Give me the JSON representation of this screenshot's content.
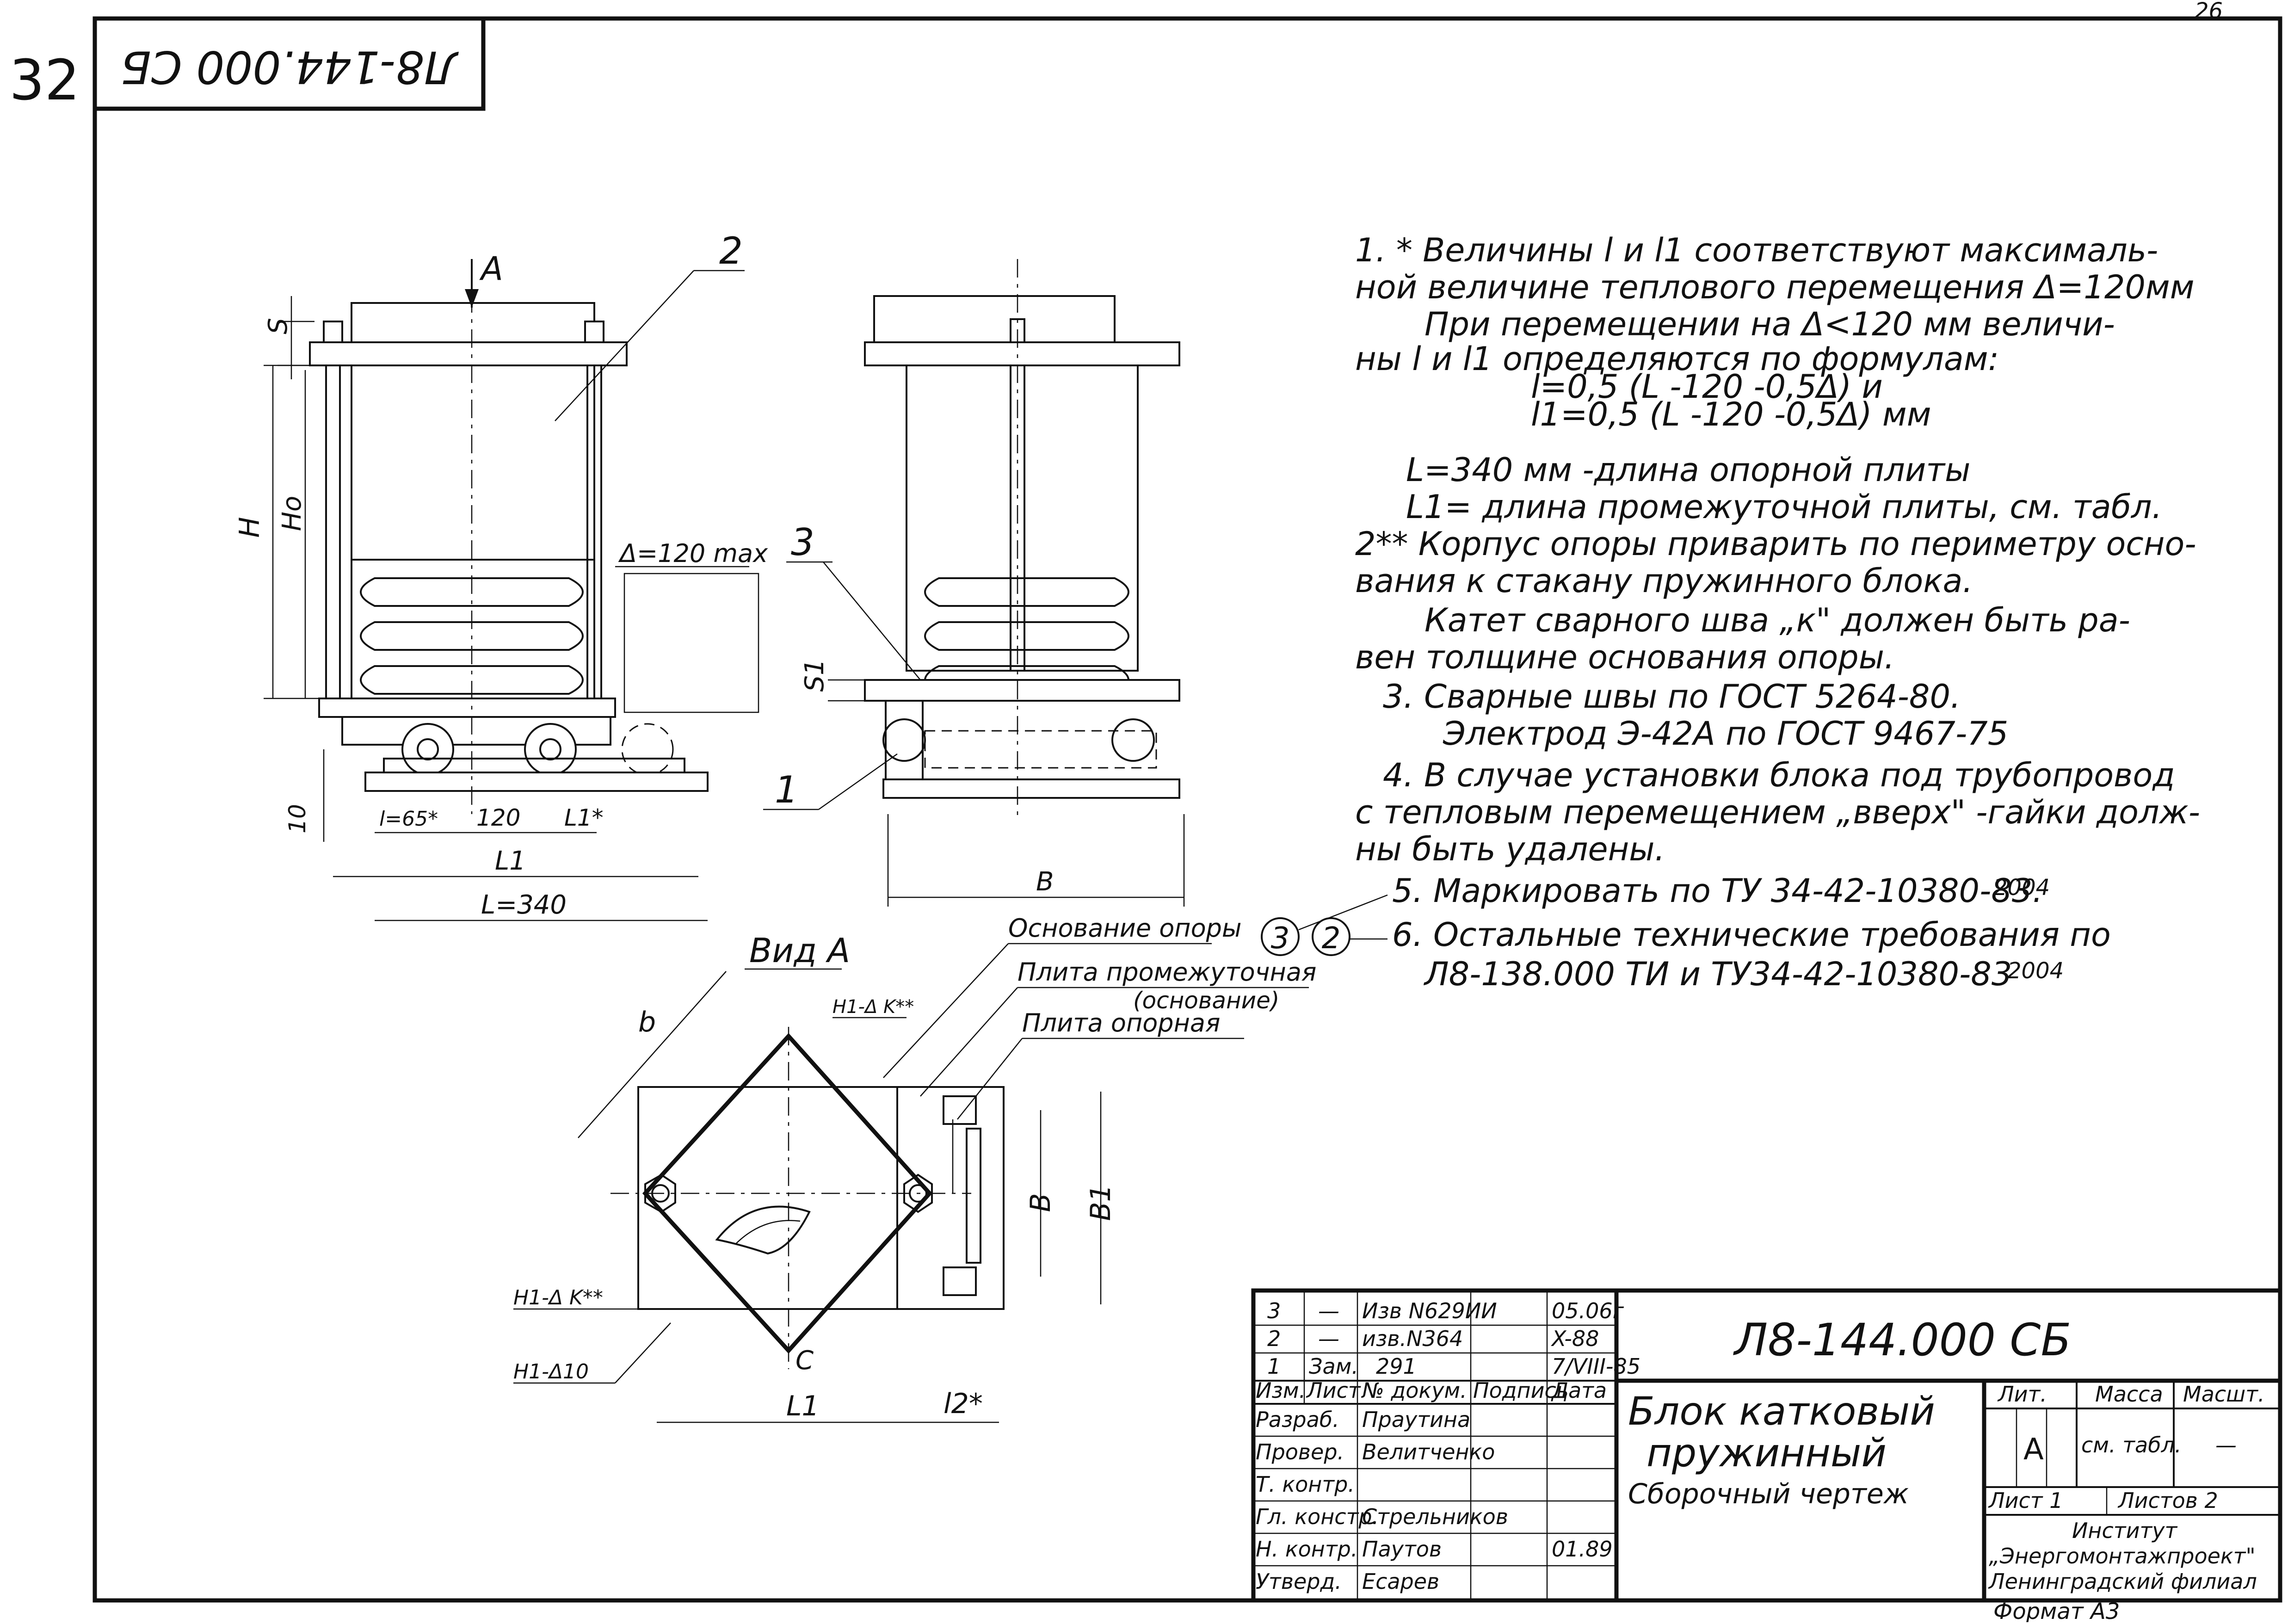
{
  "page_corner_number": "32",
  "sheet_number": "26",
  "stamp_code": "Л8-144.000 СБ",
  "drawing_labels": {
    "view_a_arrow": "А",
    "view_a_title": "Вид А",
    "s": "S",
    "s1": "S1",
    "h": "H",
    "ho": "Ho",
    "delta_max": "Δ=120 max",
    "dim_10": "10",
    "l_star": "l=65*",
    "d120": "120",
    "l1_star": "L1*",
    "l1": "L1",
    "l340": "L=340",
    "b_side": "B",
    "view_b": "B",
    "view_b1": "B1",
    "view_c": "C",
    "view_l1": "L1",
    "view_l2": "l2*",
    "view_diag_b": "b",
    "weld_top": "H1-Δ K**",
    "weld_mid": "H1-Δ K**",
    "weld_bot": "H1-Δ10"
  },
  "callouts": {
    "c1": "1",
    "c2": "2",
    "c3": "3",
    "osnovanie": "Основание опоры",
    "plita_prom": "Плита промежуточная",
    "plita_prom_sub": "(основание)",
    "plita_opor": "Плита опорная"
  },
  "notes": [
    "1. * Величины l и l1 соответствуют максималь-",
    "ной величине теплового перемещения Δ=120мм",
    "При перемещении на Δ<120 мм величи-",
    "ны l и l1 определяются по формулам:",
    "l=0,5 (L -120 -0,5Δ) и",
    "l1=0,5 (L -120 -0,5Δ) мм",
    "L=340 мм -длина опорной плиты",
    "L1= длина промежуточной плиты, см. табл.",
    "2** Корпус опоры приварить по периметру осно-",
    "вания к стакану пружинного блока.",
    "Катет сварного шва „к\" должен быть ра-",
    "вен толщине основания опоры.",
    "3. Сварные швы по ГОСТ 5264-80.",
    "Электрод Э-42А по ГОСТ 9467-75",
    "4. В случае установки блока под трубопровод",
    "с тепловым перемещением „вверх\" -гайки долж-",
    "ны быть удалены.",
    "5. Маркировать по ТУ 34-42-10380-83.",
    "6. Остальные технические требования по",
    "Л8-138.000 ТИ и ТУ34-42-10380-83"
  ],
  "note_amendments": {
    "circle_3": "3",
    "circle_2": "2",
    "year5": "2004",
    "year6": "2004"
  },
  "title_block": {
    "designation": "Л8-144.000 СБ",
    "name_line1": "Блок катковый",
    "name_line2": "пружинный",
    "name_line3": "Сборочный чертеж",
    "col_lit": "Лит.",
    "col_mass": "Масса",
    "col_scale": "Масшт.",
    "lit_value": "А",
    "mass_value": "см. табл.",
    "scale_value": "—",
    "sheet_label": "Лист 1",
    "sheets_label": "Листов 2",
    "org1": "Институт",
    "org2": "„Энергомонтажпроект\"",
    "org3": "Ленинградский филиал",
    "format": "Формат А3",
    "revisions": [
      {
        "n": "3",
        "sheet": "—",
        "doc": "Изв N629ИИ",
        "date": "05.06г"
      },
      {
        "n": "2",
        "sheet": "—",
        "doc": "изв.N364",
        "date": "X-88"
      },
      {
        "n": "1",
        "sheet": "Зам.",
        "doc": "291",
        "date": "7/VIII-85"
      }
    ],
    "header_row": [
      "Изм.",
      "Лист",
      "№ докум.",
      "Подпись",
      "Дата"
    ],
    "roles": [
      {
        "role": "Разраб.",
        "name": "Праутина"
      },
      {
        "role": "Провер.",
        "name": "Велитченко"
      },
      {
        "role": "Т. контр.",
        "name": ""
      },
      {
        "role": "Гл. констр.",
        "name": "Стрельников"
      },
      {
        "role": "Н. контр.",
        "name": "Паутов"
      },
      {
        "role": "Утверд.",
        "name": "Есарев"
      }
    ],
    "role_date": "01.89"
  }
}
